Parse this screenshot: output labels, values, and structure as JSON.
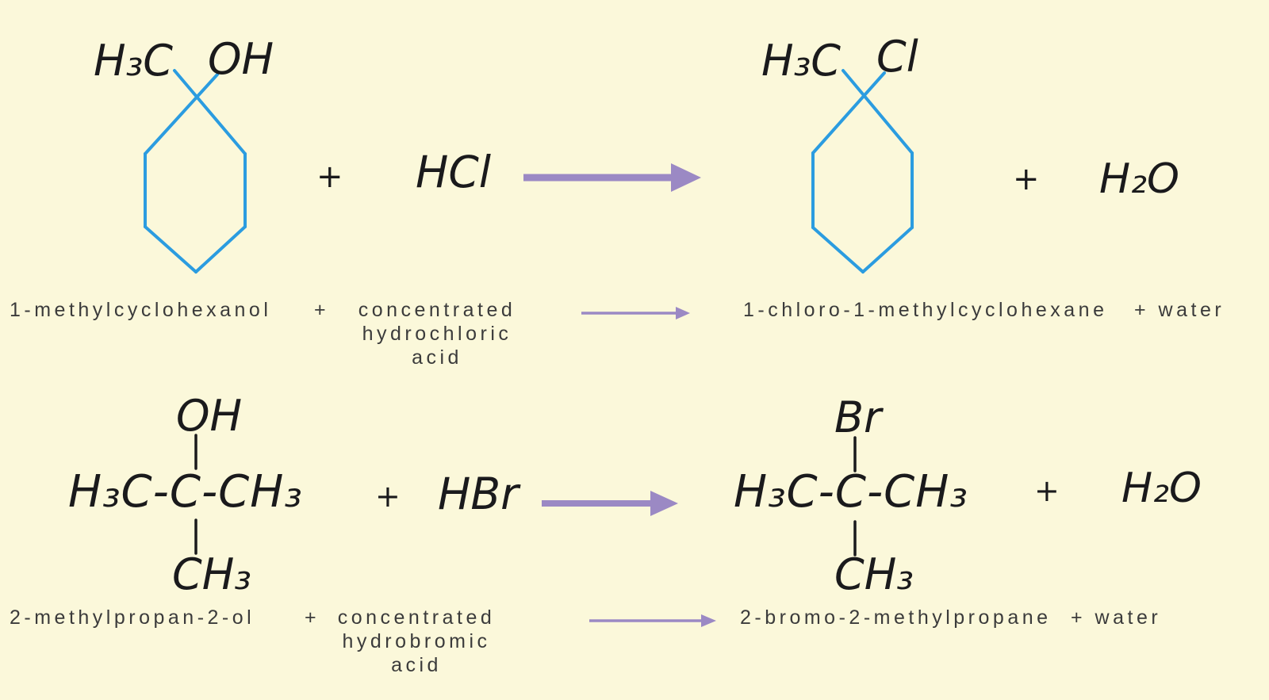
{
  "colors": {
    "background": "#FBF8DA",
    "bond_blue": "#2B9CE0",
    "arrow_purple": "#9B89C4",
    "formula_ink": "#1A1A1C",
    "caption_ink": "#3B3B3B"
  },
  "reaction1": {
    "reactant_struct": {
      "methyl": "H₃C",
      "hydroxyl": "OH"
    },
    "plus_left": "+",
    "reagent_formula": "HCl",
    "product_struct": {
      "methyl": "H₃C",
      "halide": "Cl"
    },
    "plus_right": "+",
    "water_formula": "H₂O",
    "caption": {
      "reactant": "1-methylcyclohexanol",
      "plus_left": "+",
      "reagent_line1": "concentrated",
      "reagent_line2": "hydrochloric",
      "reagent_line3": "acid",
      "product": "1-chloro-1-methylcyclohexane",
      "plus_water": "+ water"
    }
  },
  "reaction2": {
    "reactant_struct": {
      "top": "OH",
      "chain": "H₃C-C-CH₃",
      "bottom": "CH₃"
    },
    "plus_left": "+",
    "reagent_formula": "HBr",
    "product_struct": {
      "top": "Br",
      "chain": "H₃C-C-CH₃",
      "bottom": "CH₃"
    },
    "plus_right": "+",
    "water_formula": "H₂O",
    "caption": {
      "reactant": "2-methylpropan-2-ol",
      "plus_left": "+",
      "reagent_line1": "concentrated",
      "reagent_line2": "hydrobromic",
      "reagent_line3": "acid",
      "product": "2-bromo-2-methylpropane",
      "plus_water": "+ water"
    }
  }
}
